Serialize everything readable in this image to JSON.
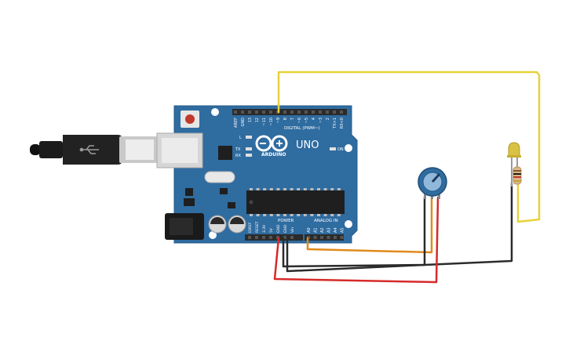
{
  "board": {
    "brand": "ARDUINO",
    "model": "UNO",
    "digital_header_label": "DIGITAL (PWM~)",
    "power_label": "POWER",
    "analog_label": "ANALOG IN",
    "on_label": "ON",
    "led_l": "L",
    "led_tx": "TX",
    "led_rx": "RX",
    "digital_pins": [
      "AREF",
      "GND",
      "13",
      "12",
      "~11",
      "~10",
      "~9",
      "8",
      "7",
      "~6",
      "~5",
      "4",
      "~3",
      "2",
      "TX>1",
      "RX<0"
    ],
    "power_pins": [
      "IOREF",
      "RESET",
      "3.3V",
      "5V",
      "GND",
      "GND",
      "Vin"
    ],
    "analog_pins": [
      "A0",
      "A1",
      "A2",
      "A3",
      "A4",
      "A5"
    ]
  },
  "components": {
    "usb_cable": "usb-cable",
    "potentiometer": "potentiometer",
    "led": "led",
    "resistor": "resistor"
  },
  "wires": [
    {
      "name": "wire-pin9-led",
      "color": "#e8d23a"
    },
    {
      "name": "wire-a0-pot-wiper",
      "color": "#e08a1c"
    },
    {
      "name": "wire-gnd-pot",
      "color": "#2b2b2b"
    },
    {
      "name": "wire-gnd-led",
      "color": "#2b2b2b"
    },
    {
      "name": "wire-5v-pot",
      "color": "#d62a2a"
    }
  ],
  "colors": {
    "board": "#2f6ca0",
    "board_dark": "#245a88",
    "header": "#2b2b2b",
    "wire_yellow": "#e8d23a",
    "wire_orange": "#e08a1c",
    "wire_black": "#2b2b2b",
    "wire_red": "#d62a2a"
  }
}
